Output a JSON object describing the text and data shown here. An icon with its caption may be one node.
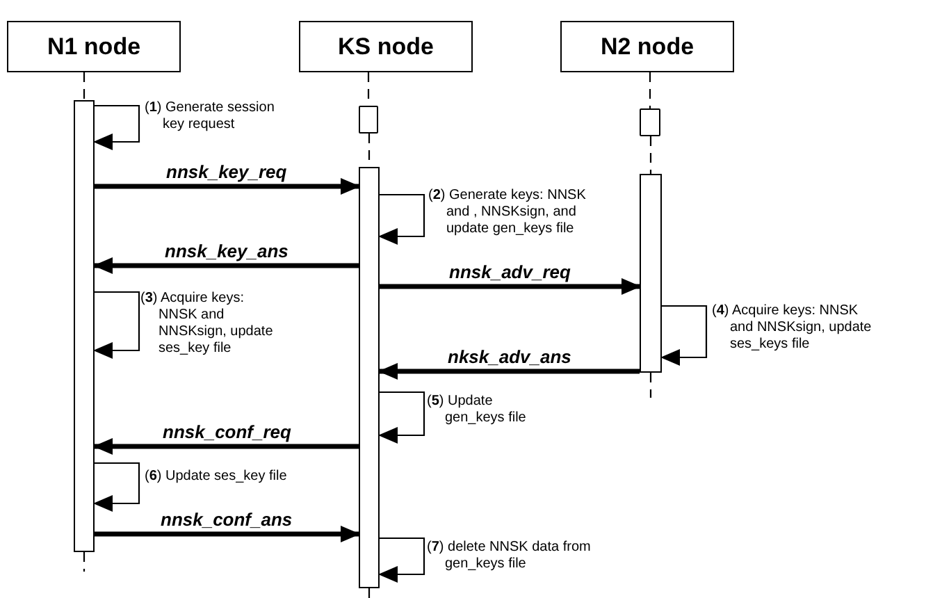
{
  "diagram": {
    "nodes": [
      {
        "text": [
          "N1 node"
        ]
      },
      {
        "text": [
          "KS node"
        ]
      },
      {
        "text": [
          "N2 node"
        ]
      },
      {
        "text": [],
        "shape": "bar"
      },
      {
        "text": [],
        "shape": "box"
      },
      {
        "text": [],
        "shape": "bar"
      },
      {
        "text": [],
        "shape": "box"
      },
      {
        "text": [],
        "shape": "bar"
      }
    ],
    "edges": [
      {
        "from": 0,
        "to": 3,
        "arrow": "none",
        "style": "dashed"
      },
      {
        "from": 1,
        "to": 4,
        "arrow": "none",
        "style": "dashed"
      },
      {
        "from": 4,
        "to": 5,
        "arrow": "none",
        "style": "dashed"
      },
      {
        "from": 2,
        "to": 6,
        "arrow": "none",
        "style": "dashed"
      },
      {
        "from": 6,
        "to": 7,
        "arrow": "none",
        "style": "dashed"
      },
      {
        "from": 3,
        "to": 3,
        "arrow": "to",
        "label": "(**1**) Generate session key request"
      },
      {
        "from": 3,
        "to": 5,
        "arrow": "to",
        "style": "thick",
        "label": "nnsk_key_req"
      },
      {
        "from": 5,
        "to": 5,
        "arrow": "to",
        "label": "(**2**) Generate keys: NNSK and , NNSKsign, and update gen_keys file"
      },
      {
        "from": 5,
        "to": 3,
        "arrow": "to",
        "style": "thick",
        "label": "nnsk_key_ans"
      },
      {
        "from": 5,
        "to": 7,
        "arrow": "to",
        "style": "thick",
        "label": "nnsk_adv_req"
      },
      {
        "from": 3,
        "to": 3,
        "arrow": "to",
        "label": "(**3**) Acquire keys: NNSK and NNSKsign, update ses_key file"
      },
      {
        "from": 7,
        "to": 7,
        "arrow": "to",
        "label": "(**4**) Acquire keys: NNSK and NNSKsign, update ses_keys file"
      },
      {
        "from": 7,
        "to": 5,
        "arrow": "to",
        "style": "thick",
        "label": "nksk_adv_ans"
      },
      {
        "from": 5,
        "to": 5,
        "arrow": "to",
        "label": "(**5**) Update gen_keys file"
      },
      {
        "from": 5,
        "to": 3,
        "arrow": "to",
        "style": "thick",
        "label": "nnsk_conf_req"
      },
      {
        "from": 3,
        "to": 3,
        "arrow": "to",
        "label": "(**6**) Update ses_key file"
      },
      {
        "from": 3,
        "to": 5,
        "arrow": "to",
        "style": "thick",
        "label": "nnsk_conf_ans"
      },
      {
        "from": 5,
        "to": 5,
        "arrow": "to",
        "label": "(**7**) delete NNSK data from gen_keys file"
      },
      {
        "from": 3,
        "to": null,
        "arrow": "none",
        "style": "dashed"
      },
      {
        "from": 5,
        "to": null,
        "arrow": "none",
        "style": "dashed"
      },
      {
        "from": 7,
        "to": null,
        "arrow": "none",
        "style": "dashed"
      }
    ]
  }
}
